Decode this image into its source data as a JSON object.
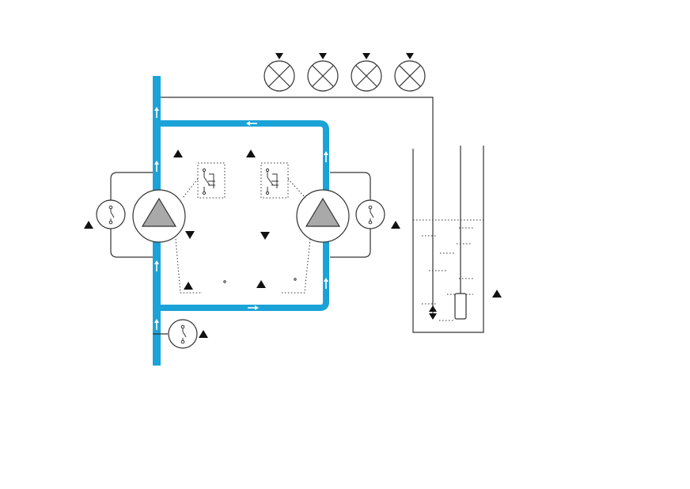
{
  "colors": {
    "pipe": "#1ba3d8",
    "pump_fill": "#a9a9a9",
    "line": "#333333",
    "marker": "#111111",
    "arrow": "#ffffff"
  },
  "components": {
    "lamps": {
      "count": 4,
      "icon": "indicator-lamp-icon"
    },
    "pumps": {
      "count": 2,
      "icon": "pump-icon"
    },
    "pressure_switches": {
      "count": 3,
      "icon": "pressure-switch-icon"
    },
    "float_switches": {
      "count": 2,
      "icon": "float-switch-icon"
    },
    "tank": {
      "icon": "tank-icon"
    }
  },
  "flow": {
    "direction_icon": "flow-arrow-icon"
  }
}
